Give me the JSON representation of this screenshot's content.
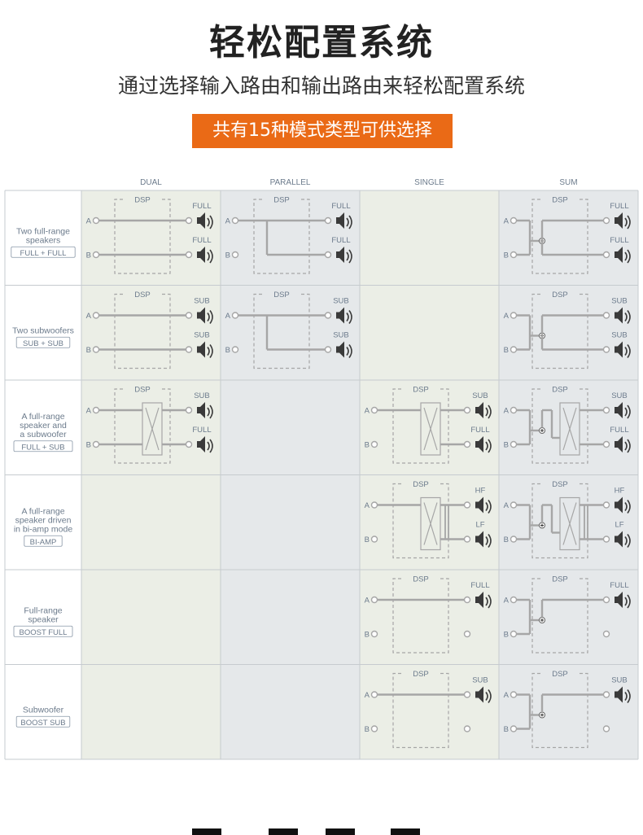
{
  "title": "轻松配置系统",
  "subtitle": "通过选择输入路由和输出路由来轻松配置系统",
  "badge": "共有15种模式类型可供选择",
  "columns": [
    "DUAL",
    "PARALLEL",
    "SINGLE",
    "SUM"
  ],
  "rows": [
    {
      "label": [
        "Two full-range",
        "speakers"
      ],
      "tag": "FULL + FULL"
    },
    {
      "label": [
        "Two subwoofers"
      ],
      "tag": "SUB + SUB"
    },
    {
      "label": [
        "A full-range",
        "speaker and",
        "a subwoofer"
      ],
      "tag": "FULL + SUB"
    },
    {
      "label": [
        "A full-range",
        "speaker driven",
        "in bi-amp mode"
      ],
      "tag": "BI-AMP"
    },
    {
      "label": [
        "Full-range",
        "speaker"
      ],
      "tag": "BOOST FULL"
    },
    {
      "label": [
        "Subwoofer"
      ],
      "tag": "BOOST SUB"
    }
  ],
  "cells": {
    "0-0": {
      "type": "dual",
      "out": [
        "FULL",
        "FULL"
      ]
    },
    "0-1": {
      "type": "parallel",
      "out": [
        "FULL",
        "FULL"
      ]
    },
    "0-3": {
      "type": "sum",
      "out": [
        "FULL",
        "FULL"
      ]
    },
    "1-0": {
      "type": "dual",
      "out": [
        "SUB",
        "SUB"
      ]
    },
    "1-1": {
      "type": "parallel",
      "out": [
        "SUB",
        "SUB"
      ]
    },
    "1-3": {
      "type": "sum",
      "out": [
        "SUB",
        "SUB"
      ]
    },
    "2-0": {
      "type": "dualx",
      "out": [
        "SUB",
        "FULL"
      ]
    },
    "2-2": {
      "type": "singlex",
      "out": [
        "SUB",
        "FULL"
      ]
    },
    "2-3": {
      "type": "sumx",
      "out": [
        "SUB",
        "FULL"
      ]
    },
    "3-2": {
      "type": "singlebi",
      "out": [
        "HF",
        "LF"
      ]
    },
    "3-3": {
      "type": "sumbi",
      "out": [
        "HF",
        "LF"
      ]
    },
    "4-2": {
      "type": "single",
      "out": [
        "FULL"
      ]
    },
    "4-3": {
      "type": "sumone",
      "out": [
        "FULL"
      ]
    },
    "5-2": {
      "type": "single",
      "out": [
        "SUB"
      ]
    },
    "5-3": {
      "type": "sumone",
      "out": [
        "SUB"
      ]
    }
  },
  "labels": {
    "dsp": "DSP",
    "a": "A",
    "b": "B"
  },
  "colors": {
    "green_bg": "#ebeee6",
    "gray_bg": "#e5e8ea",
    "line": "#a6a6a6",
    "text": "#6c7b8c",
    "accent": "#ea6a16"
  }
}
